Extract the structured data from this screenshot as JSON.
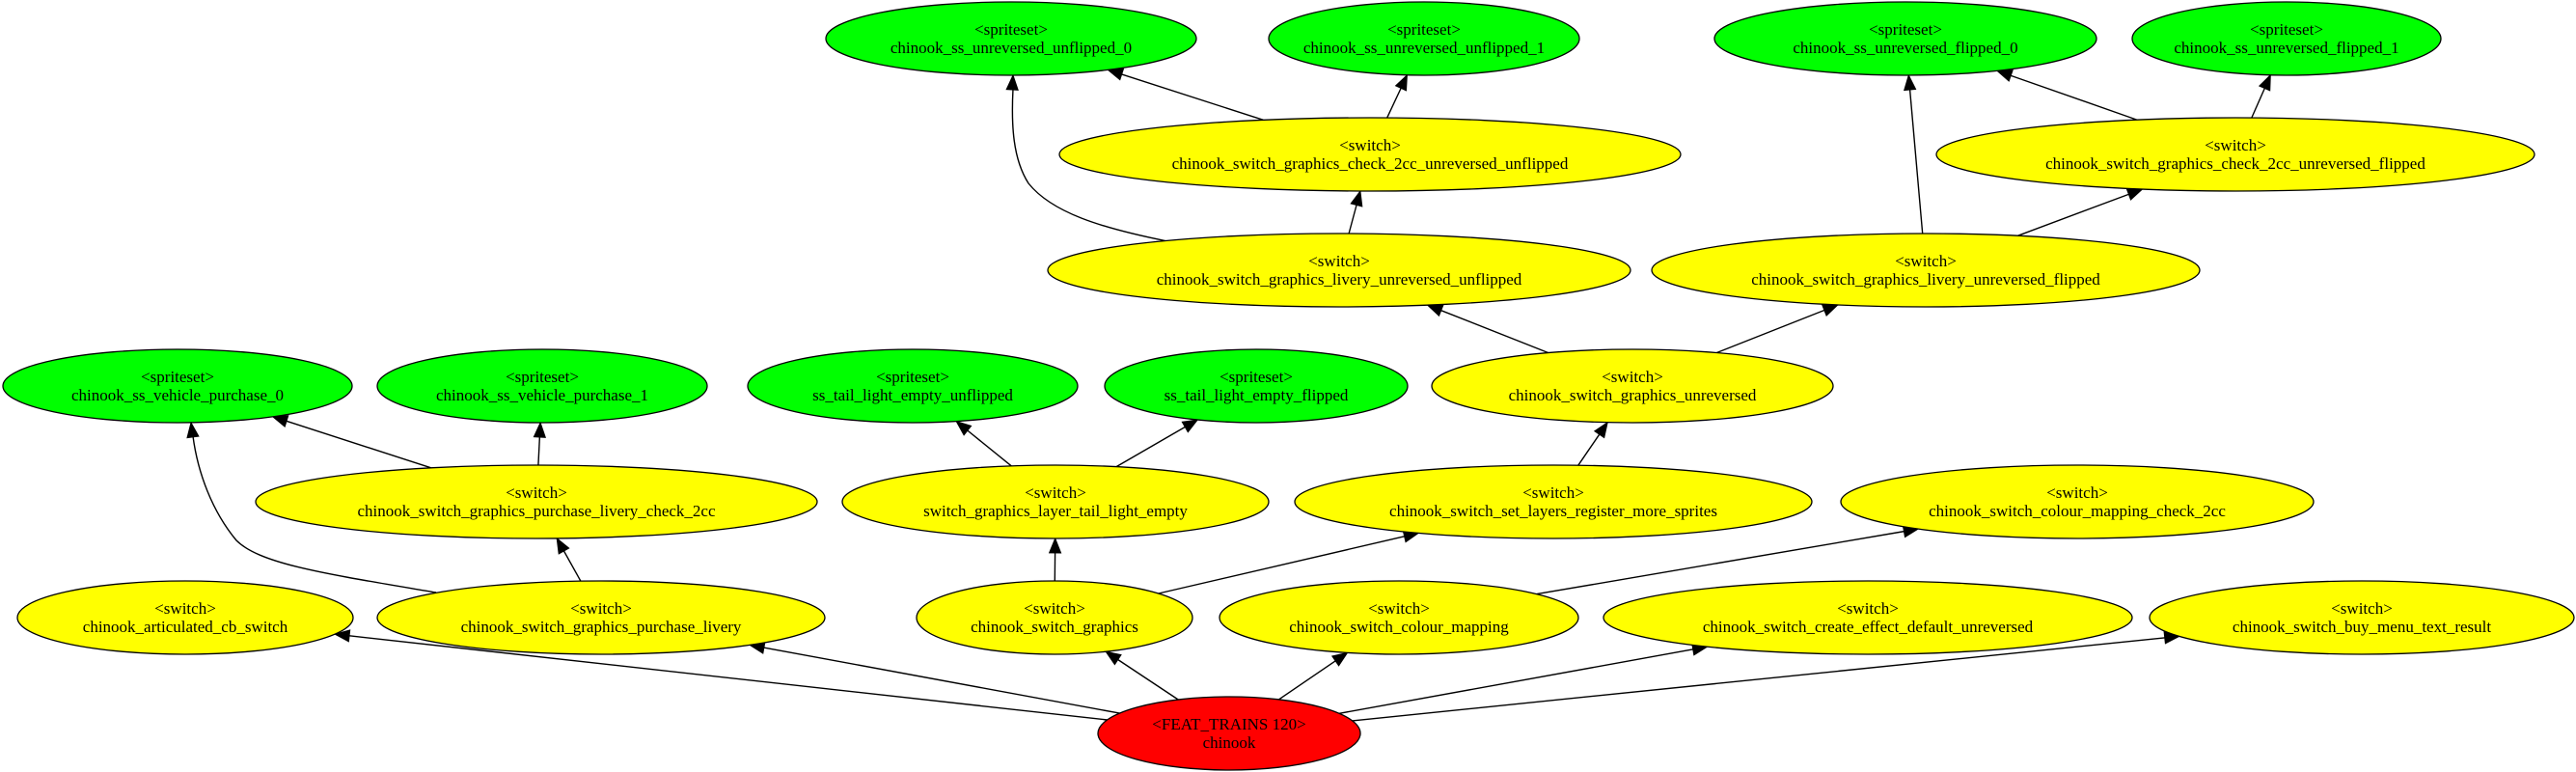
{
  "colors": {
    "spriteset": "#00ff00",
    "switch": "#ffff00",
    "root": "#ff0000",
    "edge": "#000000",
    "background": "#ffffff"
  },
  "nodes": {
    "ss_unrev_unflip_0": {
      "kind": "spriteset",
      "type_label": "<spriteset>",
      "name": "chinook_ss_unreversed_unflipped_0"
    },
    "ss_unrev_unflip_1": {
      "kind": "spriteset",
      "type_label": "<spriteset>",
      "name": "chinook_ss_unreversed_unflipped_1"
    },
    "ss_unrev_flip_0": {
      "kind": "spriteset",
      "type_label": "<spriteset>",
      "name": "chinook_ss_unreversed_flipped_0"
    },
    "ss_unrev_flip_1": {
      "kind": "spriteset",
      "type_label": "<spriteset>",
      "name": "chinook_ss_unreversed_flipped_1"
    },
    "sw_check_2cc_unflip": {
      "kind": "switch",
      "type_label": "<switch>",
      "name": "chinook_switch_graphics_check_2cc_unreversed_unflipped"
    },
    "sw_check_2cc_flip": {
      "kind": "switch",
      "type_label": "<switch>",
      "name": "chinook_switch_graphics_check_2cc_unreversed_flipped"
    },
    "sw_livery_unflip": {
      "kind": "switch",
      "type_label": "<switch>",
      "name": "chinook_switch_graphics_livery_unreversed_unflipped"
    },
    "sw_livery_flip": {
      "kind": "switch",
      "type_label": "<switch>",
      "name": "chinook_switch_graphics_livery_unreversed_flipped"
    },
    "ss_purchase_0": {
      "kind": "spriteset",
      "type_label": "<spriteset>",
      "name": "chinook_ss_vehicle_purchase_0"
    },
    "ss_purchase_1": {
      "kind": "spriteset",
      "type_label": "<spriteset>",
      "name": "chinook_ss_vehicle_purchase_1"
    },
    "ss_tail_unflip": {
      "kind": "spriteset",
      "type_label": "<spriteset>",
      "name": "ss_tail_light_empty_unflipped"
    },
    "ss_tail_flip": {
      "kind": "spriteset",
      "type_label": "<spriteset>",
      "name": "ss_tail_light_empty_flipped"
    },
    "sw_unreversed": {
      "kind": "switch",
      "type_label": "<switch>",
      "name": "chinook_switch_graphics_unreversed"
    },
    "sw_purchase_check_2cc": {
      "kind": "switch",
      "type_label": "<switch>",
      "name": "chinook_switch_graphics_purchase_livery_check_2cc"
    },
    "sw_tail_light": {
      "kind": "switch",
      "type_label": "<switch>",
      "name": "switch_graphics_layer_tail_light_empty"
    },
    "sw_set_layers": {
      "kind": "switch",
      "type_label": "<switch>",
      "name": "chinook_switch_set_layers_register_more_sprites"
    },
    "sw_colour_check_2cc": {
      "kind": "switch",
      "type_label": "<switch>",
      "name": "chinook_switch_colour_mapping_check_2cc"
    },
    "sw_articulated": {
      "kind": "switch",
      "type_label": "<switch>",
      "name": "chinook_articulated_cb_switch"
    },
    "sw_purchase_livery": {
      "kind": "switch",
      "type_label": "<switch>",
      "name": "chinook_switch_graphics_purchase_livery"
    },
    "sw_graphics": {
      "kind": "switch",
      "type_label": "<switch>",
      "name": "chinook_switch_graphics"
    },
    "sw_colour_mapping": {
      "kind": "switch",
      "type_label": "<switch>",
      "name": "chinook_switch_colour_mapping"
    },
    "sw_create_effect": {
      "kind": "switch",
      "type_label": "<switch>",
      "name": "chinook_switch_create_effect_default_unreversed"
    },
    "sw_buy_menu": {
      "kind": "switch",
      "type_label": "<switch>",
      "name": "chinook_switch_buy_menu_text_result"
    },
    "root": {
      "kind": "root",
      "type_label": "<FEAT_TRAINS 120>",
      "name": "chinook"
    }
  },
  "edges": [
    {
      "from": "sw_check_2cc_unflip",
      "to": "ss_unrev_unflip_0"
    },
    {
      "from": "sw_check_2cc_unflip",
      "to": "ss_unrev_unflip_1"
    },
    {
      "from": "sw_check_2cc_flip",
      "to": "ss_unrev_flip_0"
    },
    {
      "from": "sw_check_2cc_flip",
      "to": "ss_unrev_flip_1"
    },
    {
      "from": "sw_livery_unflip",
      "to": "ss_unrev_unflip_0"
    },
    {
      "from": "sw_livery_unflip",
      "to": "sw_check_2cc_unflip"
    },
    {
      "from": "sw_livery_flip",
      "to": "ss_unrev_flip_0"
    },
    {
      "from": "sw_livery_flip",
      "to": "sw_check_2cc_flip"
    },
    {
      "from": "sw_unreversed",
      "to": "sw_livery_unflip"
    },
    {
      "from": "sw_unreversed",
      "to": "sw_livery_flip"
    },
    {
      "from": "sw_purchase_check_2cc",
      "to": "ss_purchase_0"
    },
    {
      "from": "sw_purchase_check_2cc",
      "to": "ss_purchase_1"
    },
    {
      "from": "sw_tail_light",
      "to": "ss_tail_unflip"
    },
    {
      "from": "sw_tail_light",
      "to": "ss_tail_flip"
    },
    {
      "from": "sw_set_layers",
      "to": "sw_unreversed"
    },
    {
      "from": "sw_purchase_livery",
      "to": "ss_purchase_0"
    },
    {
      "from": "sw_purchase_livery",
      "to": "sw_purchase_check_2cc"
    },
    {
      "from": "sw_graphics",
      "to": "sw_tail_light"
    },
    {
      "from": "sw_graphics",
      "to": "sw_set_layers"
    },
    {
      "from": "sw_colour_mapping",
      "to": "sw_colour_check_2cc"
    },
    {
      "from": "root",
      "to": "sw_articulated"
    },
    {
      "from": "root",
      "to": "sw_purchase_livery"
    },
    {
      "from": "root",
      "to": "sw_graphics"
    },
    {
      "from": "root",
      "to": "sw_colour_mapping"
    },
    {
      "from": "root",
      "to": "sw_create_effect"
    },
    {
      "from": "root",
      "to": "sw_buy_menu"
    }
  ]
}
